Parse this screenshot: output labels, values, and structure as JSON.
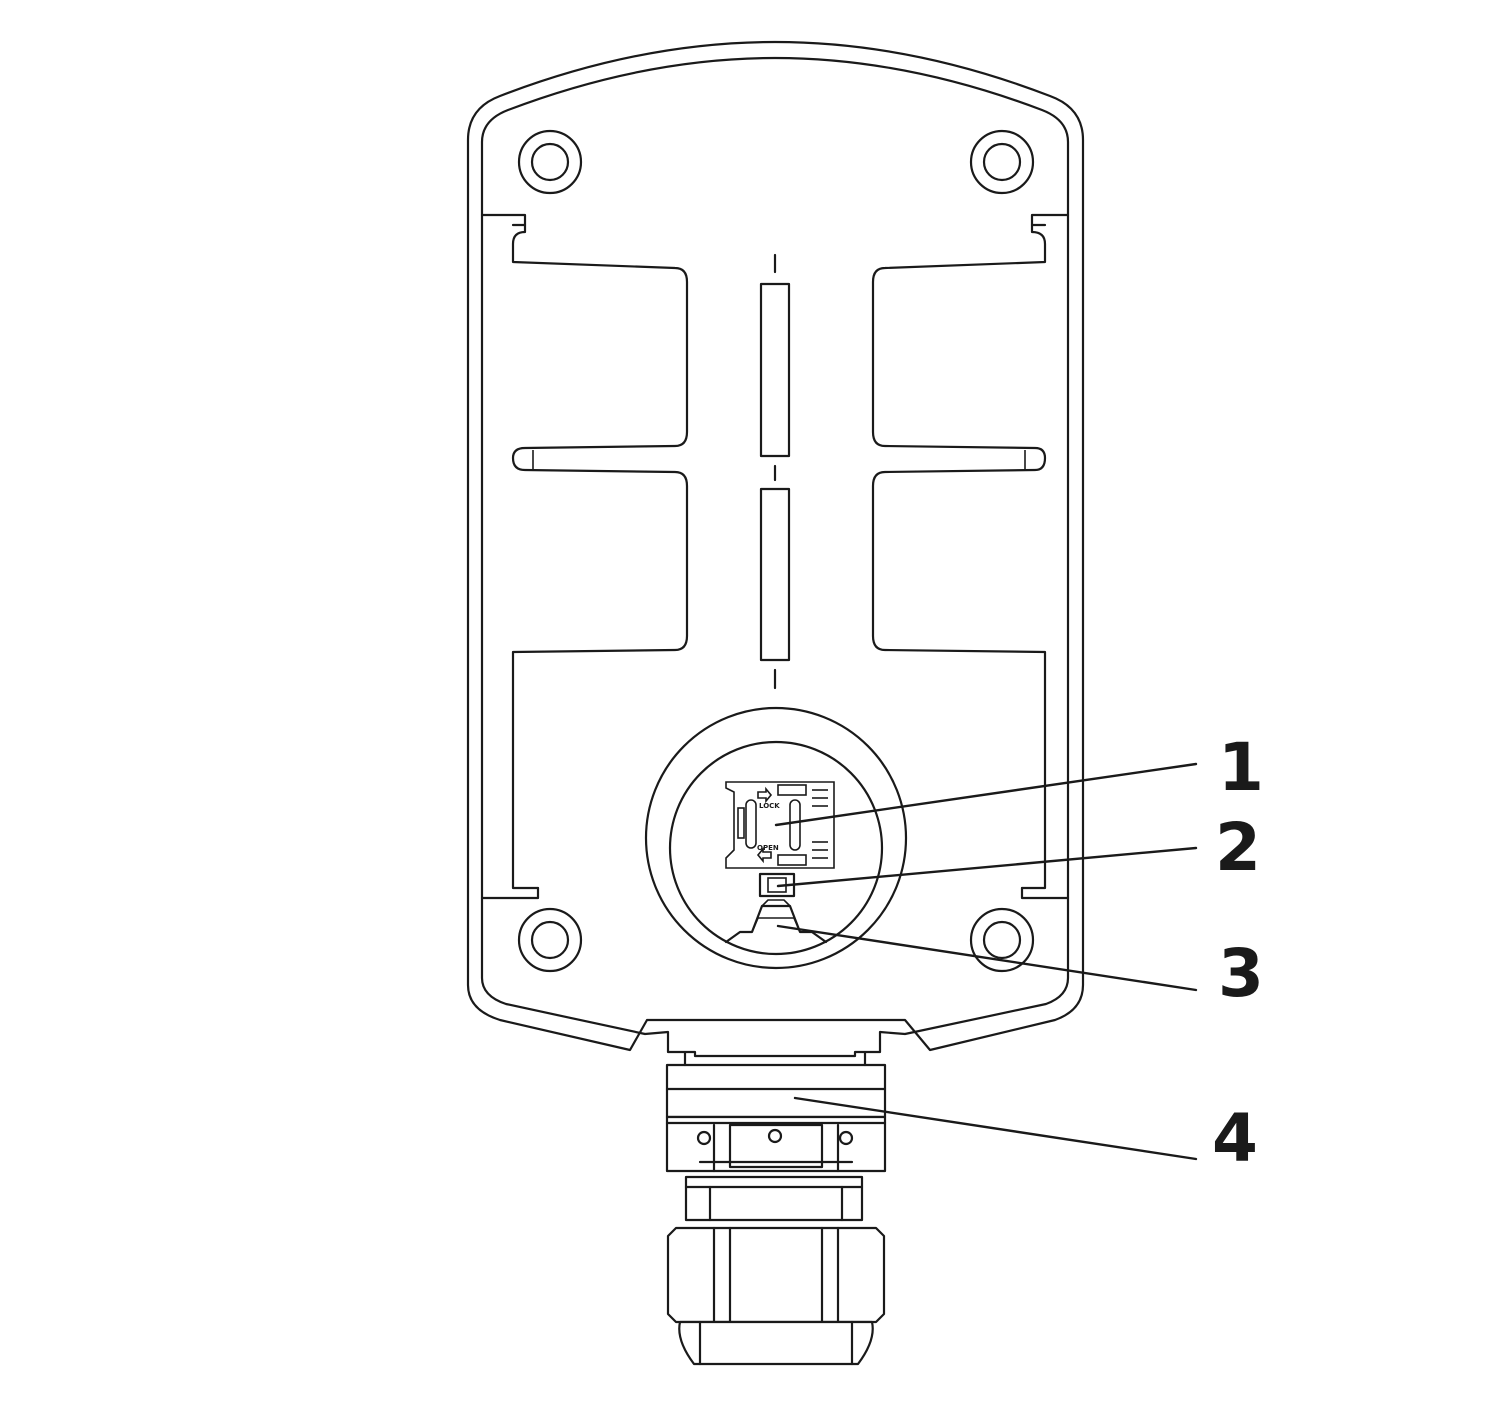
{
  "callouts": [
    {
      "number": "1",
      "target": "sim-card-holder"
    },
    {
      "number": "2",
      "target": "push-button"
    },
    {
      "number": "3",
      "target": "connector-socket"
    },
    {
      "number": "4",
      "target": "cable-gland"
    }
  ],
  "sim_holder": {
    "lock_label": "LOCK",
    "open_label": "OPEN"
  }
}
